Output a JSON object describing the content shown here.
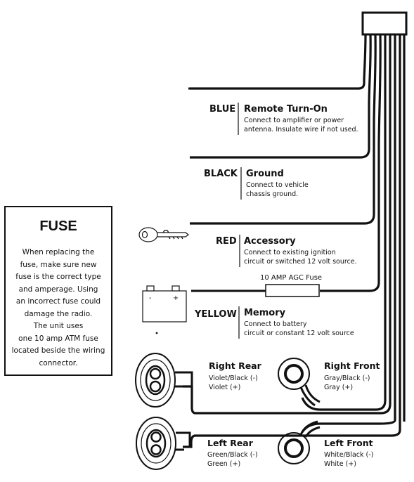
{
  "fuse_panel": {
    "title": "FUSE",
    "lines": [
      "When replacing the",
      "fuse, make sure new",
      "fuse is the correct type",
      "and amperage. Using",
      "an incorrect fuse could",
      "damage the radio.",
      "The unit uses",
      "one 10 amp ATM fuse",
      "located beside the wiring",
      "connector."
    ]
  },
  "wires": {
    "blue": {
      "color_label": "BLUE",
      "title": "Remote Turn-On",
      "desc1": "Connect to amplifier or power",
      "desc2": "antenna. Insulate wire if not used."
    },
    "black": {
      "color_label": "BLACK",
      "title": "Ground",
      "desc1": "Connect to vehicle",
      "desc2": "chassis ground."
    },
    "red": {
      "color_label": "RED",
      "title": "Accessory",
      "desc1": "Connect to existing ignition",
      "desc2": "circuit or switched 12 volt source."
    },
    "yellow": {
      "color_label": "YELLOW",
      "title": "Memory",
      "desc1": "Connect to battery",
      "desc2": "circuit or constant 12 volt source"
    }
  },
  "inline_fuse_label": "10 AMP AGC Fuse",
  "battery": {
    "minus": "-",
    "plus": "+"
  },
  "speakers": {
    "right_rear": {
      "title": "Right Rear",
      "neg": "Violet/Black (-)",
      "pos": "Violet (+)"
    },
    "right_front": {
      "title": "Right Front",
      "neg": "Gray/Black (-)",
      "pos": "Gray (+)"
    },
    "left_rear": {
      "title": "Left Rear",
      "neg": "Green/Black (-)",
      "pos": "Green (+)"
    },
    "left_front": {
      "title": "Left Front",
      "neg": "White/Black (-)",
      "pos": "White (+)"
    }
  }
}
